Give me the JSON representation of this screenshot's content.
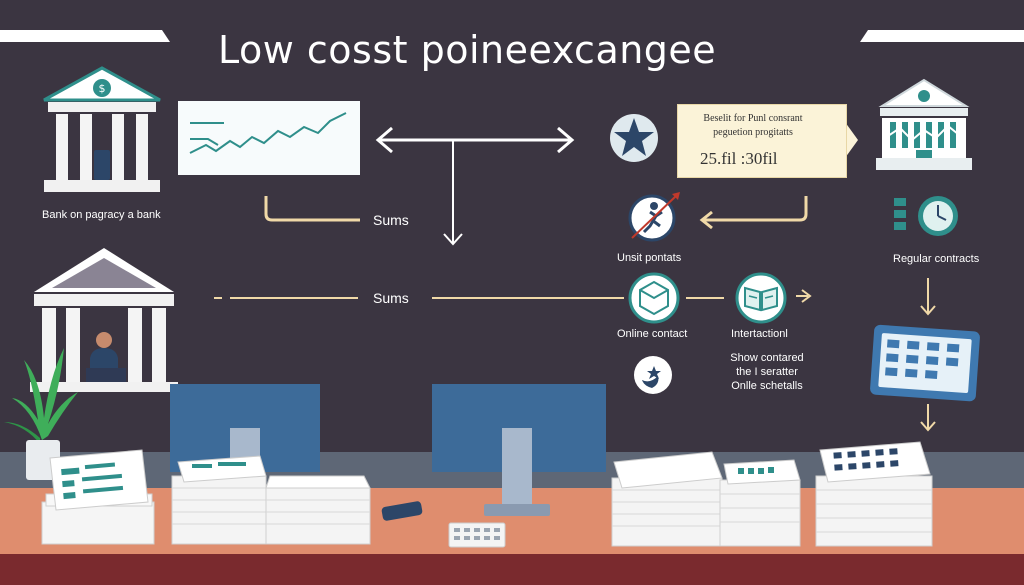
{
  "title": "Low cosst poineexcangee",
  "labels": {
    "bank_left": "Bank on pagracy a bank",
    "sums_top": "Sums",
    "sums_mid": "Sums",
    "unsit": "Unsit pontats",
    "regular": "Regular contracts",
    "online": "Online contact",
    "interaction": "Intertactionl",
    "show1": "Show contared",
    "show2": "the I seratter",
    "show3": "Onlle schetalls"
  },
  "note": {
    "line1": "Beselit for Punl consrant",
    "line2": "peguetion   progitatts",
    "values": "25.fil   :30fil"
  },
  "colors": {
    "background": "#3b3541",
    "teal": "#2f8f8b",
    "navy": "#2c4668",
    "note": "#fbf3d8",
    "desk": "#df8d6e",
    "monitor": "#3d6b99"
  }
}
